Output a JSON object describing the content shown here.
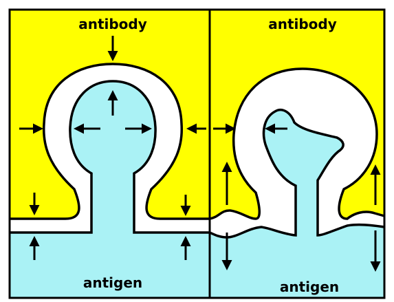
{
  "labels": {
    "left_top": "antibody",
    "left_bottom": "antigen",
    "right_top": "antibody",
    "right_bottom": "antigen"
  },
  "colors": {
    "antibody_region": "#ffff00",
    "antigen_region": "#aaf2f5",
    "gap": "#ffffff",
    "outline": "#000000"
  }
}
